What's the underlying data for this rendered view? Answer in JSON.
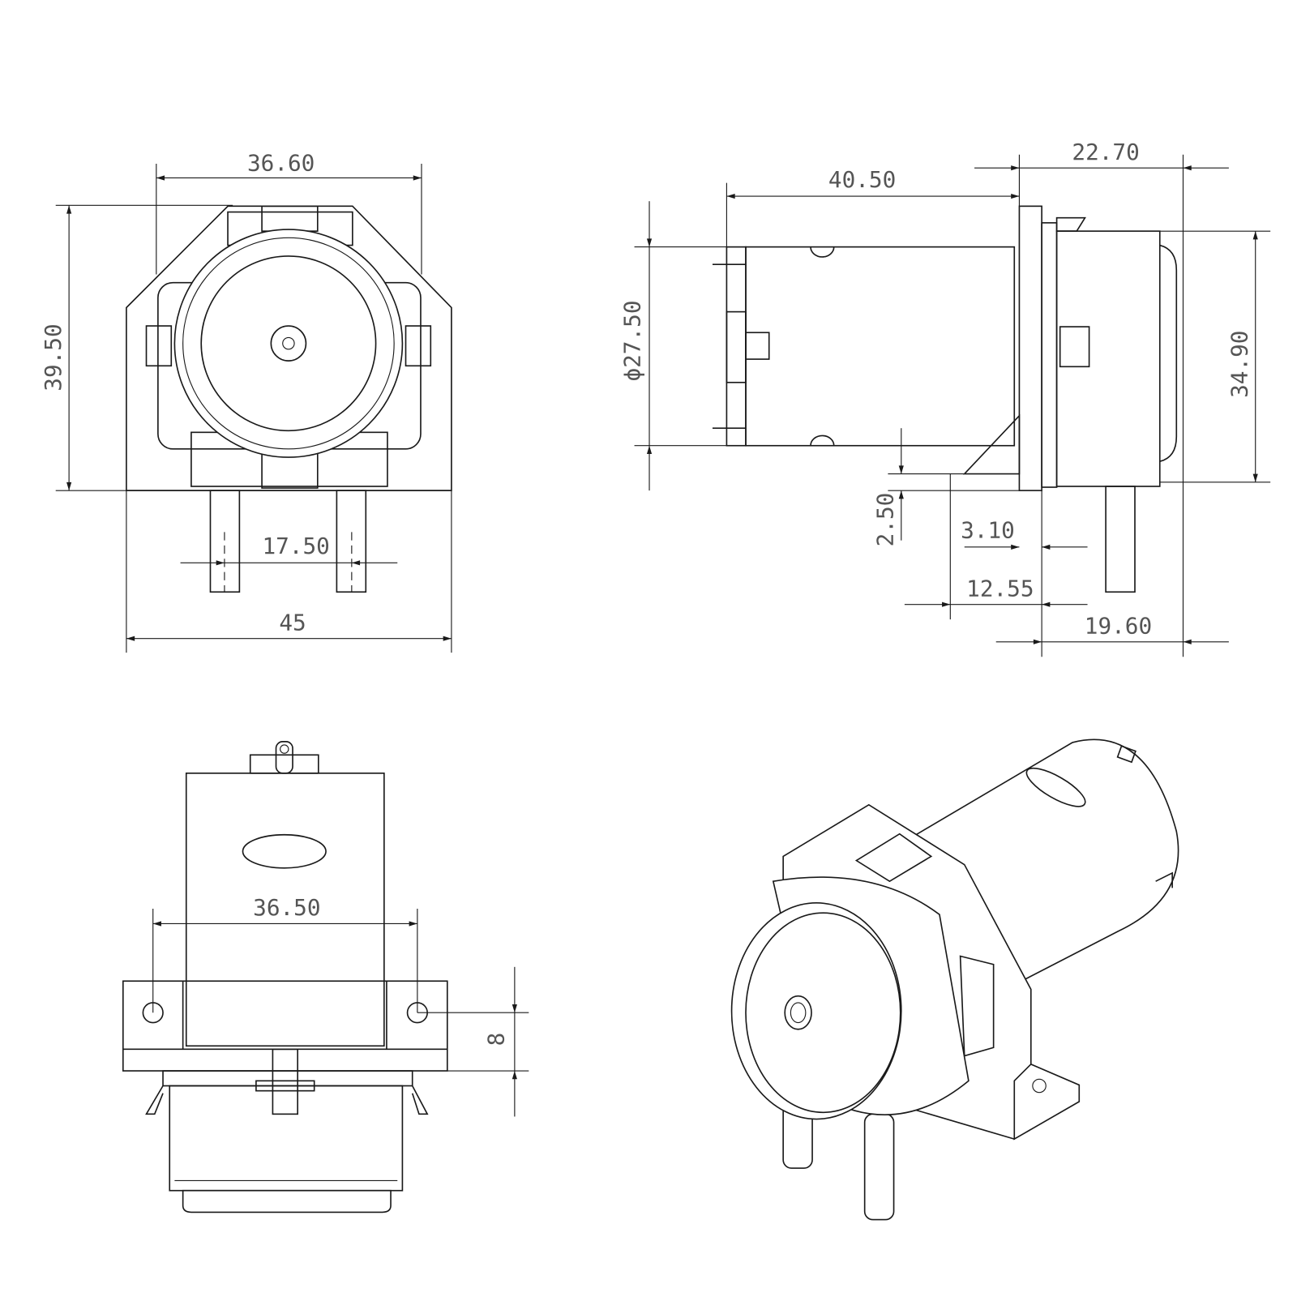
{
  "title": "Peristaltic pump dimension drawing",
  "views": {
    "front": {
      "width_top": "36.60",
      "height": "39.50",
      "tube_spacing": "17.50",
      "base_width": "45"
    },
    "side": {
      "motor_length": "40.50",
      "pump_depth": "22.70",
      "motor_diameter": "ϕ27.50",
      "pump_height": "34.90",
      "base_offset": "2.50",
      "bracket_thickness": "3.10",
      "bracket_depth": "12.55",
      "tube_offset": "19.60"
    },
    "bottom": {
      "hole_spacing": "36.50",
      "hole_offset": "8"
    }
  },
  "colors": {
    "line": "#1a1a1a",
    "text": "#555555"
  }
}
